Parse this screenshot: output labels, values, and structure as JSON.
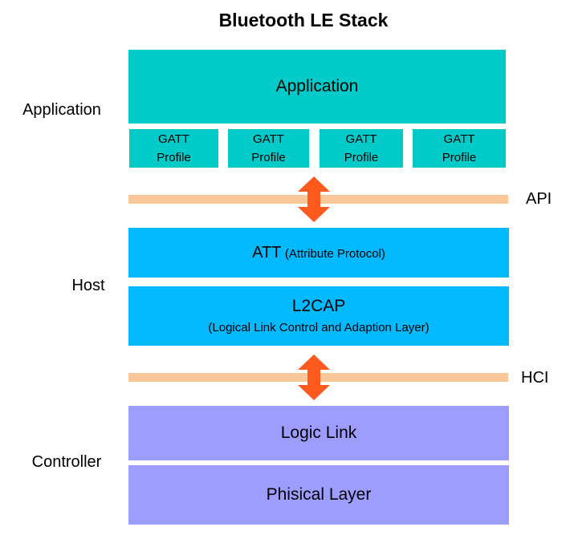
{
  "title": "Bluetooth LE Stack",
  "sections": {
    "application": "Application",
    "host": "Host",
    "controller": "Controller"
  },
  "interfaces": {
    "api": "API",
    "hci": "HCI"
  },
  "layers": {
    "application": "Application",
    "gatt_profiles": [
      {
        "line1": "GATT",
        "line2": "Profile"
      },
      {
        "line1": "GATT",
        "line2": "Profile"
      },
      {
        "line1": "GATT",
        "line2": "Profile"
      },
      {
        "line1": "GATT",
        "line2": "Profile"
      }
    ],
    "att": {
      "name": "ATT",
      "desc": "(Attribute Protocol)"
    },
    "l2cap": {
      "name": "L2CAP",
      "desc": "(Logical Link Control and Adaption Layer)"
    },
    "logic_link": "Logic Link",
    "physical": "Phisical Layer"
  },
  "colors": {
    "application": "#00cbc8",
    "host": "#00b9ff",
    "controller": "#9d9dff",
    "bar": "#f9c798",
    "arrow": "#ff5a1e"
  }
}
